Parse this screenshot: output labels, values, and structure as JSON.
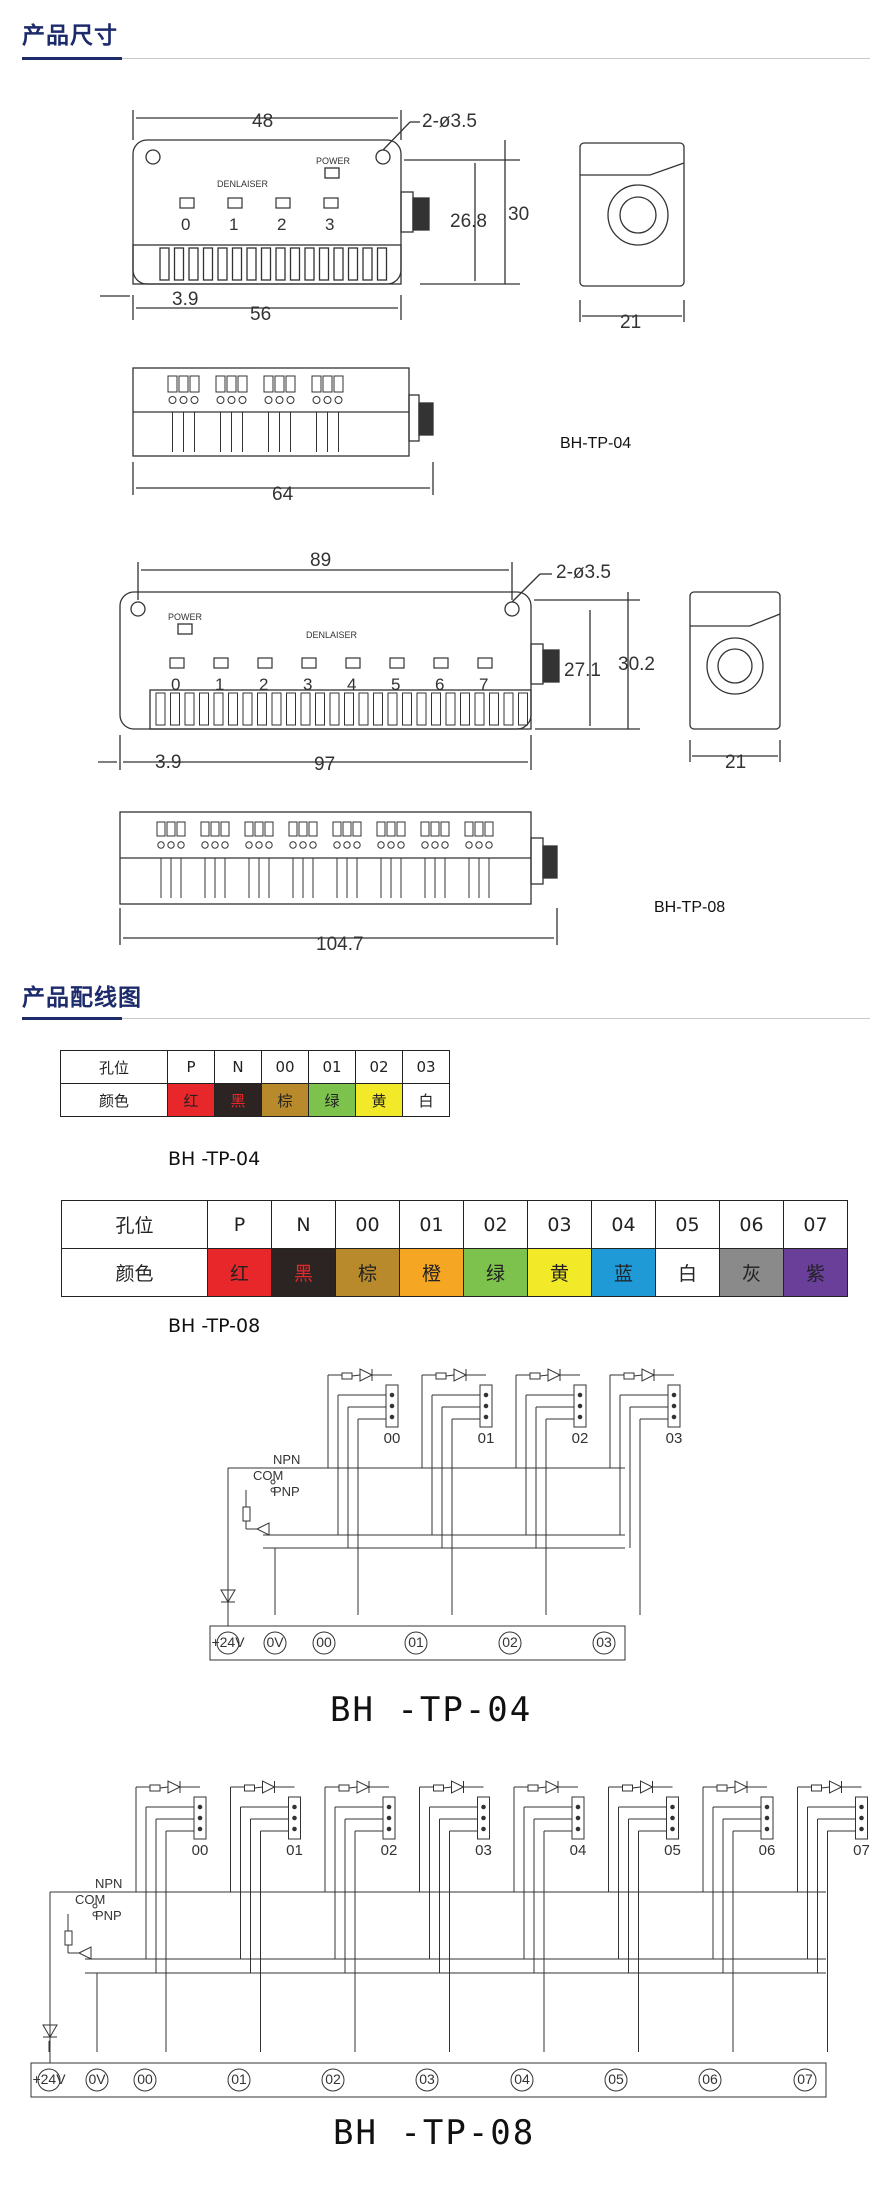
{
  "section1_title": "产品尺寸",
  "section2_title": "产品配线图",
  "brand": "DENLAISER",
  "power_label": "POWER",
  "tp04": {
    "model": "BH-TP-04",
    "channels": [
      "0",
      "1",
      "2",
      "3"
    ],
    "dims": {
      "top": "48",
      "hole": "2-ø3.5",
      "bottom": "56",
      "left": "3.9",
      "h1": "26.8",
      "h2": "30",
      "side": "21",
      "length": "64"
    }
  },
  "tp08": {
    "model": "BH-TP-08",
    "channels": [
      "0",
      "1",
      "2",
      "3",
      "4",
      "5",
      "6",
      "7"
    ],
    "dims": {
      "top": "89",
      "hole": "2-ø3.5",
      "bottom": "97",
      "left": "3.9",
      "h1": "27.1",
      "h2": "30.2",
      "side": "21",
      "length": "104.7"
    }
  },
  "table04": {
    "header_label": "孔位",
    "color_label": "颜色",
    "positions": [
      "P",
      "N",
      "00",
      "01",
      "02",
      "03"
    ],
    "colors": [
      "红",
      "黑",
      "棕",
      "绿",
      "黄",
      "白"
    ],
    "fills": [
      "#e8272a",
      "#2b2423",
      "#b98a2b",
      "#7cc24c",
      "#f2ea29",
      "#ffffff"
    ],
    "text_colors": [
      "#222",
      "#e8272a",
      "#222",
      "#222",
      "#222",
      "#222"
    ],
    "caption": "BH -TP-04"
  },
  "table08": {
    "header_label": "孔位",
    "color_label": "颜色",
    "positions": [
      "P",
      "N",
      "00",
      "01",
      "02",
      "03",
      "04",
      "05",
      "06",
      "07"
    ],
    "colors": [
      "红",
      "黑",
      "棕",
      "橙",
      "绿",
      "黄",
      "蓝",
      "白",
      "灰",
      "紫"
    ],
    "fills": [
      "#e8272a",
      "#2b2423",
      "#b98a2b",
      "#f5a623",
      "#7cc24c",
      "#f2ea29",
      "#1f9ad6",
      "#ffffff",
      "#8a8a8a",
      "#6a3f9a"
    ],
    "text_colors": [
      "#222",
      "#e8272a",
      "#222",
      "#222",
      "#222",
      "#222",
      "#222",
      "#222",
      "#222",
      "#222"
    ],
    "caption": "BH -TP-08"
  },
  "wiring04": {
    "title": "BH -TP-04",
    "npn": "NPN",
    "com": "COM",
    "pnp": "PNP",
    "terminals": [
      "+24V",
      "0V",
      "00",
      "01",
      "02",
      "03"
    ],
    "channels": [
      "00",
      "01",
      "02",
      "03"
    ]
  },
  "wiring08": {
    "title": "BH -TP-08",
    "npn": "NPN",
    "com": "COM",
    "pnp": "PNP",
    "terminals": [
      "+24V",
      "0V",
      "00",
      "01",
      "02",
      "03",
      "04",
      "05",
      "06",
      "07"
    ],
    "channels": [
      "00",
      "01",
      "02",
      "03",
      "04",
      "05",
      "06",
      "07"
    ]
  }
}
